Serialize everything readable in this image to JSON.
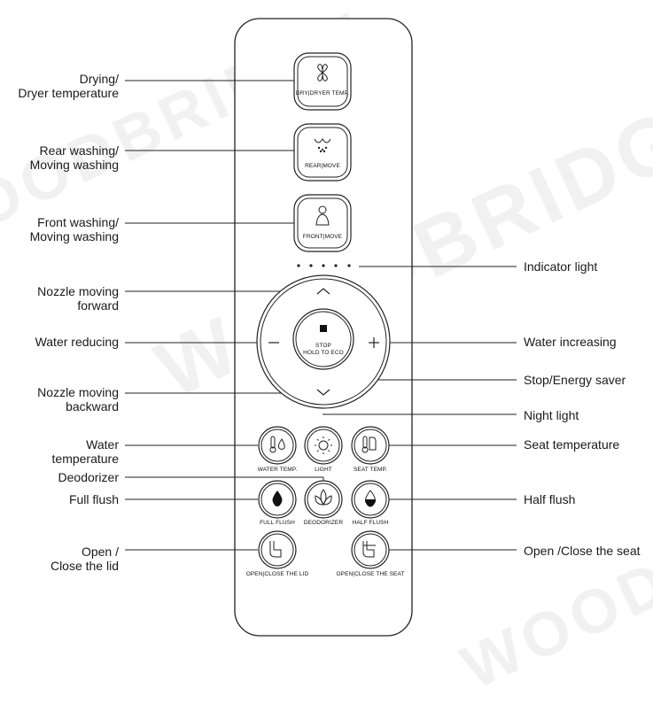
{
  "watermark": "WOODBRIDGE",
  "labels_left": {
    "drying": [
      "Drying/",
      "Dryer temperature"
    ],
    "rear": [
      "Rear washing/",
      "Moving washing"
    ],
    "front": [
      "Front washing/",
      "Moving washing"
    ],
    "forward": [
      "Nozzle moving",
      "forward"
    ],
    "reducing": [
      "Water reducing"
    ],
    "backward": [
      "Nozzle moving",
      "backward"
    ],
    "water_temp": [
      "Water",
      "temperature"
    ],
    "deodorizer": [
      "Deodorizer"
    ],
    "full_flush": [
      "Full flush"
    ],
    "lid": [
      "Open /",
      "Close the lid"
    ]
  },
  "labels_right": {
    "indicator": "Indicator light",
    "increasing": "Water increasing",
    "stop": "Stop/Energy saver",
    "night": "Night light",
    "seat_temp": "Seat temperature",
    "half_flush": "Half flush",
    "seat": "Open /Close the seat"
  },
  "button_captions": {
    "dry": "DRY|DRYER TEMP.",
    "rear": "REAR|MOVE",
    "front": "FRONT|MOVE",
    "stop_line1": "STOP",
    "stop_line2": "HOLD TO ECO",
    "water_temp": "WATER TEMP.",
    "light": "LIGHT",
    "seat_temp": "SEAT TEMP.",
    "full_flush": "FULL FLUSH",
    "deodorizer": "DEODORIZER",
    "half_flush": "HALF FLUSH",
    "lid": "OPEN|CLOSE THE LID",
    "seat": "OPEN|CLOSE THE SEAT"
  },
  "icons": {
    "dry": "fan-icon",
    "rear": "rear-wash-icon",
    "front": "front-wash-icon",
    "up": "chevron-up-icon",
    "down": "chevron-down-icon",
    "minus": "minus-icon",
    "plus": "plus-icon",
    "stop": "stop-square-icon",
    "water_temp": "thermometer-drop-icon",
    "light": "sun-icon",
    "seat_temp": "thermometer-seat-icon",
    "full_flush": "full-drop-icon",
    "deodorizer": "lotus-icon",
    "half_flush": "half-drop-icon",
    "lid": "toilet-lid-icon",
    "seat": "toilet-seat-icon"
  }
}
